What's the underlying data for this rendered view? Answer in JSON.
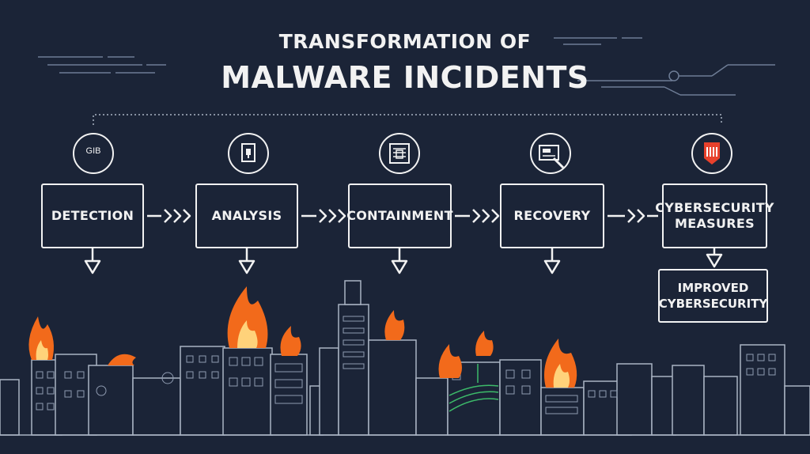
{
  "header": {
    "title_line1": "TRANSFORMATION OF",
    "title_line2": "MALWARE INCIDENTS"
  },
  "steps": [
    {
      "label": "DETECTION",
      "icon": "gear-icon"
    },
    {
      "label": "ANALYSIS",
      "icon": "lock-icon"
    },
    {
      "label": "CONTAINMENT",
      "icon": "server-icon"
    },
    {
      "label": "RECOVERY",
      "icon": "document-icon"
    },
    {
      "label": "CYBERSECURITY MEASURES",
      "icon": "shield-icon"
    }
  ],
  "icon_text": {
    "detection": "GIB"
  },
  "result": {
    "label": "IMPROVED CYBERSECURITY"
  },
  "colors": {
    "background": "#1b2437",
    "line": "#f2f2f2",
    "city_line": "#aab4c4",
    "fire": "#f26a1b",
    "shield": "#e8412c",
    "accent_green": "#3dbb6a"
  }
}
